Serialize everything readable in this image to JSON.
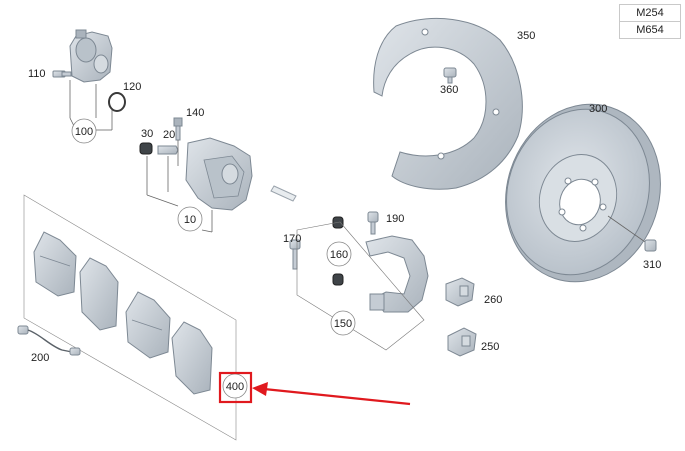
{
  "models": [
    "M254",
    "M654"
  ],
  "parts": {
    "p10": "10",
    "p20": "20",
    "p30": "30",
    "p100": "100",
    "p110": "110",
    "p120": "120",
    "p140": "140",
    "p150": "150",
    "p160": "160",
    "p170": "170",
    "p190": "190",
    "p200": "200",
    "p250": "250",
    "p260": "260",
    "p300": "300",
    "p310": "310",
    "p350": "350",
    "p360": "360",
    "p400": "400"
  },
  "colors": {
    "part_fill": "#c5ccd4",
    "part_stroke": "#7d8893",
    "disc_face": "#c9d0d7",
    "leader_line": "#666666",
    "highlight": "#e0191e"
  },
  "highlighted_part": "400"
}
